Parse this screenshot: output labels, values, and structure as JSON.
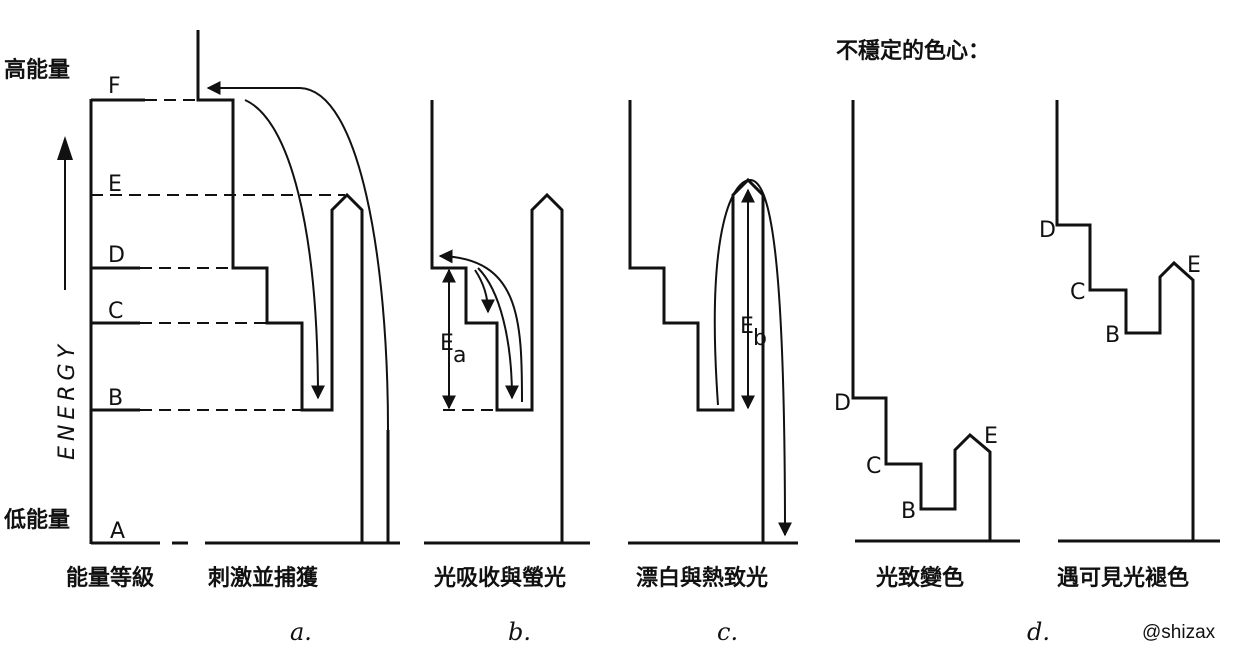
{
  "labels": {
    "high_energy": "高能量",
    "low_energy": "低能量",
    "energy_axis": "ENERGY",
    "unstable_title": "不穩定的色心："
  },
  "level_labels": {
    "F": "F",
    "E": "E",
    "D": "D",
    "C": "C",
    "B": "B",
    "A": "A"
  },
  "sub_symbols": {
    "Ea_main": "E",
    "Ea_sub": "a",
    "Eb_main": "E",
    "Eb_sub": "b"
  },
  "captions": {
    "levels": "能量等級",
    "a": "刺激並捕獲",
    "b": "光吸收與螢光",
    "c": "漂白與熱致光",
    "d1": "光致變色",
    "d2": "遇可見光褪色"
  },
  "panel_letters": {
    "a": "a.",
    "b": "b.",
    "c": "c.",
    "d": "d."
  },
  "panel_d1_labels": {
    "D": "D",
    "C": "C",
    "B": "B",
    "E": "E"
  },
  "panel_d2_labels": {
    "D": "D",
    "C": "C",
    "B": "B",
    "E": "E"
  },
  "credit": "@shizax"
}
